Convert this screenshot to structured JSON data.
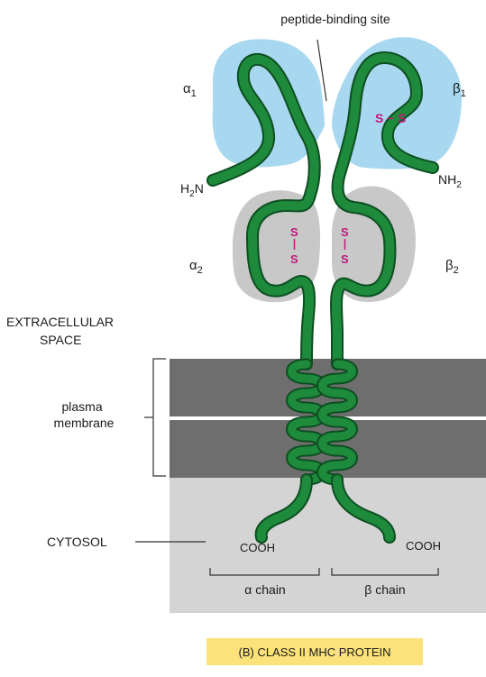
{
  "labels": {
    "peptide_binding_site": "peptide-binding site",
    "alpha1": "α",
    "alpha1_sub": "1",
    "beta1": "β",
    "beta1_sub": "1",
    "alpha2": "α",
    "alpha2_sub": "2",
    "beta2": "β",
    "beta2_sub": "2",
    "h2n": "H",
    "h2n_sub": "2",
    "h2n_tail": "N",
    "nh2": "NH",
    "nh2_sub": "2",
    "extracellular_line1": "EXTRACELLULAR",
    "extracellular_line2": "SPACE",
    "plasma_line1": "plasma",
    "plasma_line2": "membrane",
    "cytosol": "CYTOSOL",
    "cooh_alpha": "COOH",
    "cooh_beta": "COOH",
    "alpha_chain": "α chain",
    "beta_chain": "β chain",
    "caption": "(B)  CLASS II MHC PROTEIN",
    "disulfide_s": "S",
    "disulfide_bond": "–"
  },
  "colors": {
    "chain": "#1e8a3c",
    "chain_dark": "#0d4f21",
    "domain1_fill": "#a8d8f0",
    "domain2_fill": "#c8c8c8",
    "membrane": "#6e6e6e",
    "cytosol": "#d4d4d4",
    "extracellular_band": "#e6e6e6",
    "disulfide": "#c2187a",
    "caption_bg": "#fbe27a"
  }
}
